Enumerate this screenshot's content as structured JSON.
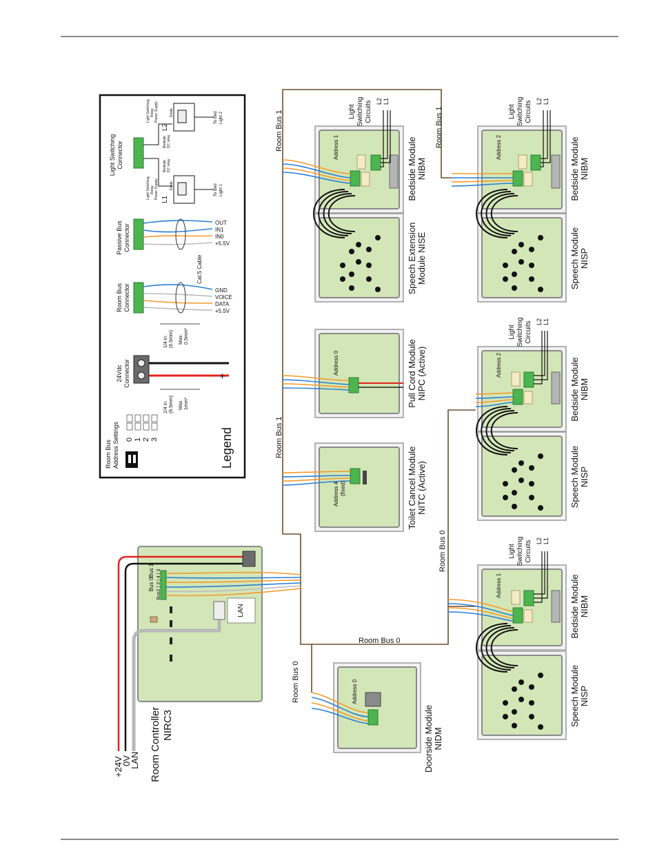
{
  "controller": {
    "title": "Room Controller",
    "model": "NIRC3",
    "power_labels": [
      "+24V",
      "0V",
      "LAN"
    ],
    "bus_header": [
      "Bus 0",
      "Bus 1"
    ],
    "bus_subheader": "Bus2 | 3 | 4 | 3",
    "lan_label": "LAN"
  },
  "bus_labels": {
    "room_bus_0": "Room Bus 0",
    "room_bus_1": "Room Bus 1"
  },
  "modules": {
    "doorside": {
      "name": "Doorside Module",
      "code": "NIDM",
      "address": "Address 0"
    },
    "toilet_cancel": {
      "name": "Toilet Cancel Module",
      "code": "NITC (Active)",
      "address": "Address 4",
      "address_note": "(fixed)"
    },
    "pull_cord": {
      "name": "Pull Cord Module",
      "code": "NIPC (Active)",
      "address": "Address 0"
    },
    "bedside_top": {
      "name": "Bedside Module",
      "code": "NIBM",
      "address": "Address 1"
    },
    "speech_ext": {
      "name": "Speech Extension",
      "code": "Module NISE"
    },
    "bedside_right": {
      "name": "Bedside Module",
      "code": "NIBM",
      "address": "Address 2"
    },
    "speech_right": {
      "name": "Speech Module",
      "code": "NISP"
    },
    "bedside_mid": {
      "name": "Bedside Module",
      "code": "NIBM",
      "address": "Address 2"
    },
    "speech_mid": {
      "name": "Speech Module",
      "code": "NISP"
    },
    "bedside_low": {
      "name": "Bedside Module",
      "code": "NIBM",
      "address": "Address 1"
    },
    "speech_low": {
      "name": "Speech Module",
      "code": "NISP"
    }
  },
  "light_circuits": {
    "title_lines": [
      "Light",
      "Switching",
      "Circuits"
    ],
    "l1": "L1",
    "l2": "L2"
  },
  "legend": {
    "title": "Legend",
    "address_settings": {
      "title_lines": [
        "Room Bus",
        "Address Settings"
      ],
      "values": [
        "0",
        "1",
        "2",
        "3"
      ]
    },
    "dc_connector": {
      "title_lines": [
        "24Vdc",
        "Connector"
      ],
      "minus": "–",
      "plus": "+",
      "dim_a": [
        "1/4 in.",
        "(6.5mm)"
      ],
      "dim_b": [
        "Max.",
        "1mm²"
      ]
    },
    "room_bus_connector": {
      "title_lines": [
        "Room Bus",
        "Connector"
      ],
      "pins": [
        "GND",
        "VOICE",
        "DATA",
        "+5.5V"
      ],
      "dim_a": [
        "1/4 in.",
        "(6.5mm)"
      ],
      "dim_b": [
        "Max.",
        "0.5mm²"
      ],
      "cable": "Cat.5 Cable"
    },
    "passive_bus_connector": {
      "title_lines": [
        "Passive Bus",
        "Connector"
      ],
      "pins": [
        "OUT",
        "IN1",
        "IN0",
        "+5.5V"
      ]
    },
    "light_switching_connector": {
      "title_lines": [
        "Light Switching",
        "Connector"
      ],
      "l1": "L1",
      "l2": "L2",
      "diode": "Diode",
      "relay_supply": [
        "Light Switching",
        "Relay",
        "Power Supply"
      ],
      "dc_relay": [
        "Bedside",
        "DC relay"
      ],
      "bed_light_1": [
        "To Bed",
        "Light 1"
      ],
      "bed_light_2": [
        "To Bed",
        "Light 2"
      ]
    }
  },
  "colors": {
    "board": "#d3e6b7",
    "board_border": "#8a8a8a",
    "terminal": "#4bb54f",
    "orange": "#f39a2c",
    "blue": "#2a7fd1",
    "bus_line": "#6b4e2e",
    "red": "#e0231c"
  }
}
